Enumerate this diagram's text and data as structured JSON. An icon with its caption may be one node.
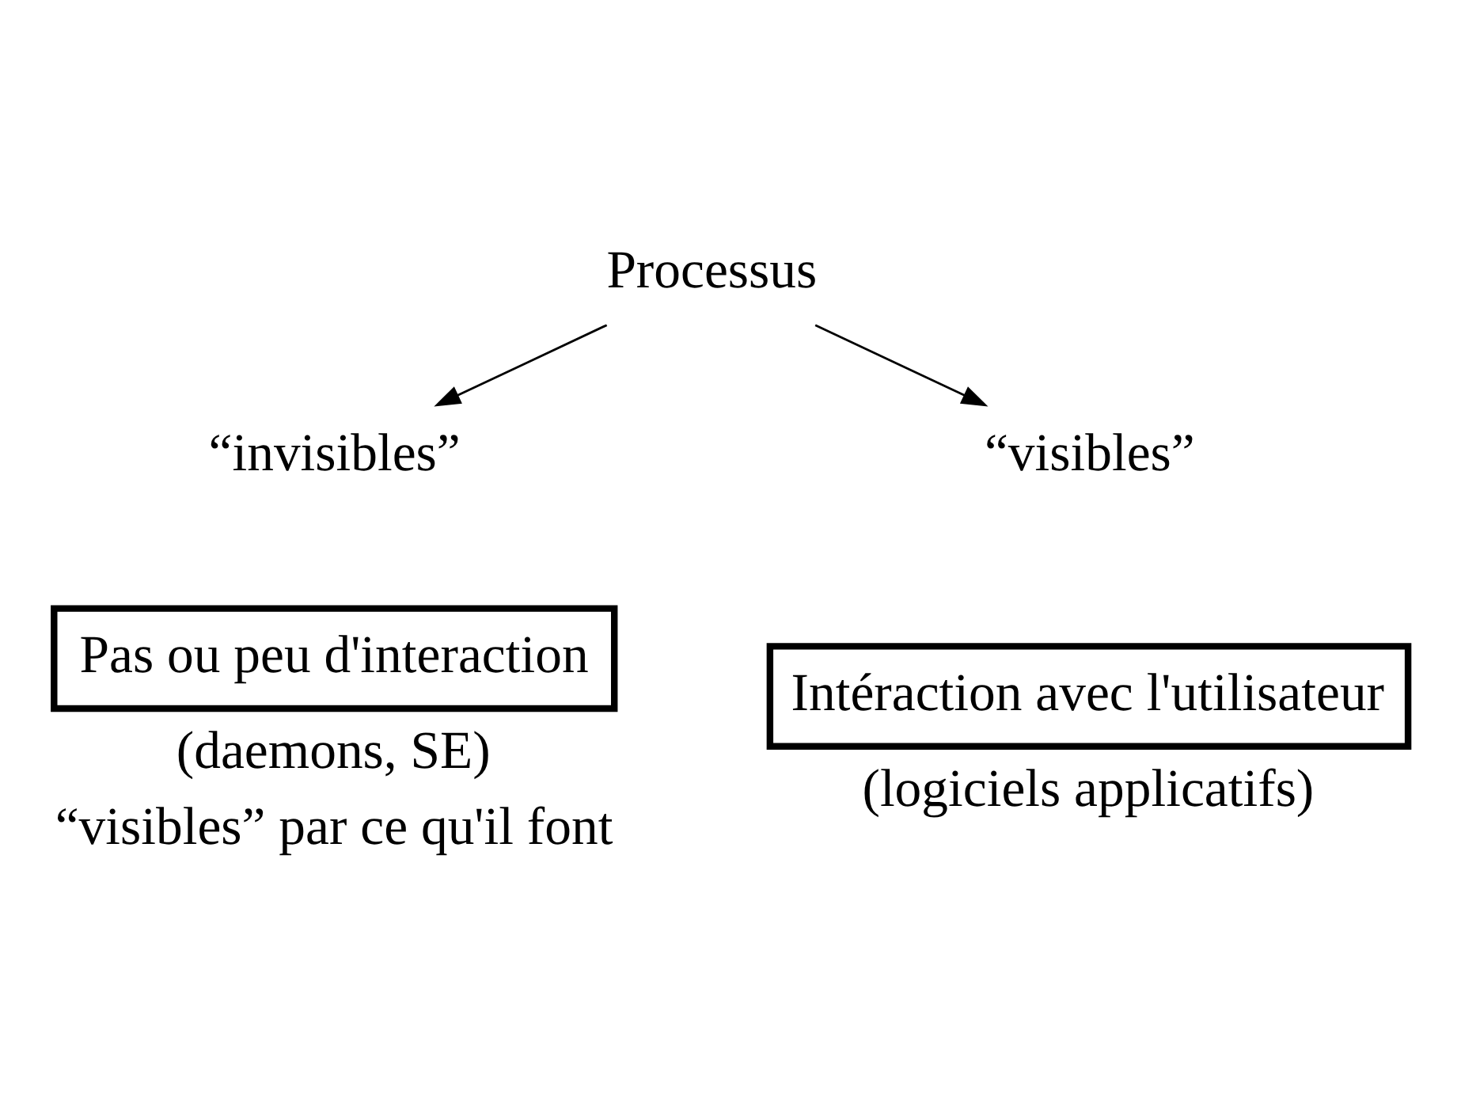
{
  "diagram": {
    "nodes": [
      {
        "text": [
          "Processus"
        ]
      },
      {
        "text": [
          "“invisibles”"
        ]
      },
      {
        "text": [
          "“visibles”"
        ]
      },
      {
        "text": [
          "Pas ou peu d'interaction"
        ],
        "beside": [
          "(daemons, SE)",
          "“visibles” par ce qu'il font"
        ]
      },
      {
        "text": [
          "Intéraction avec l'utilisateur"
        ],
        "beside": [
          "(logiciels applicatifs)"
        ]
      }
    ],
    "edges": [
      {
        "from": 0,
        "to": 1,
        "arrow": "to"
      },
      {
        "from": 0,
        "to": 2,
        "arrow": "to"
      }
    ]
  }
}
